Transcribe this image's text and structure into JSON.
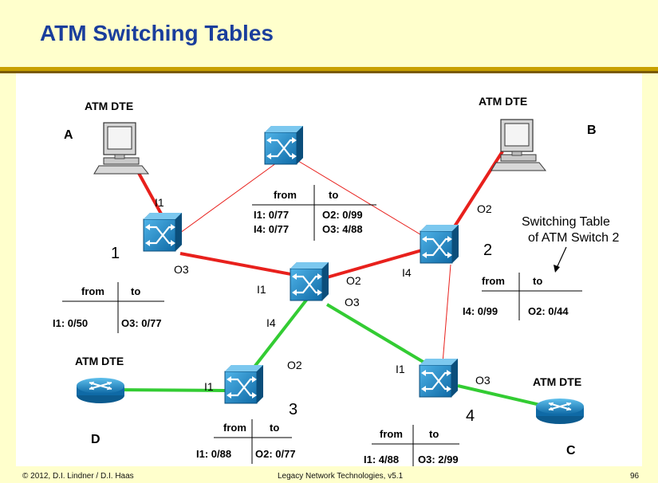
{
  "title": "ATM Switching Tables",
  "footer": {
    "left": "© 2012, D.I. Lindner / D.I. Haas",
    "center": "Legacy Network Technologies, v5.1",
    "right": "96"
  },
  "dte_label": "ATM DTE",
  "nodes": {
    "A": "A",
    "B": "B",
    "C": "C",
    "D": "D",
    "sw1": "1",
    "sw2": "2",
    "sw3": "3",
    "sw4": "4"
  },
  "ports": {
    "sw1_I1": "I1",
    "sw1_O3": "O3",
    "center_I1": "I1",
    "center_O2": "O2",
    "center_O3": "O3",
    "center_I4": "I4",
    "sw2_O2": "O2",
    "sw2_I4": "I4",
    "sw3_I1": "I1",
    "sw3_O2": "O2",
    "sw4_I1": "I1",
    "sw4_O3": "O3"
  },
  "annotation": {
    "line1": "Switching Table",
    "line2": "of ATM Switch 2"
  },
  "tables": {
    "sw1": {
      "from": "from",
      "to": "to",
      "rows": [
        [
          "I1: 0/50",
          "O3: 0/77"
        ]
      ]
    },
    "center": {
      "from": "from",
      "to": "to",
      "rows": [
        [
          "I1: 0/77",
          "O2: 0/99"
        ],
        [
          "I4: 0/77",
          "O3: 4/88"
        ]
      ]
    },
    "sw2": {
      "from": "from",
      "to": "to",
      "rows": [
        [
          "I4: 0/99",
          "O2: 0/44"
        ]
      ]
    },
    "sw3": {
      "from": "from",
      "to": "to",
      "rows": [
        [
          "I1: 0/88",
          "O2: 0/77"
        ]
      ]
    },
    "sw4": {
      "from": "from",
      "to": "to",
      "rows": [
        [
          "I1: 4/88",
          "O3: 2/99"
        ]
      ]
    }
  },
  "colors": {
    "red_link": "#e8201c",
    "green_link": "#33cc33",
    "switch": "#1b86c6",
    "title": "#1a3e9c"
  }
}
